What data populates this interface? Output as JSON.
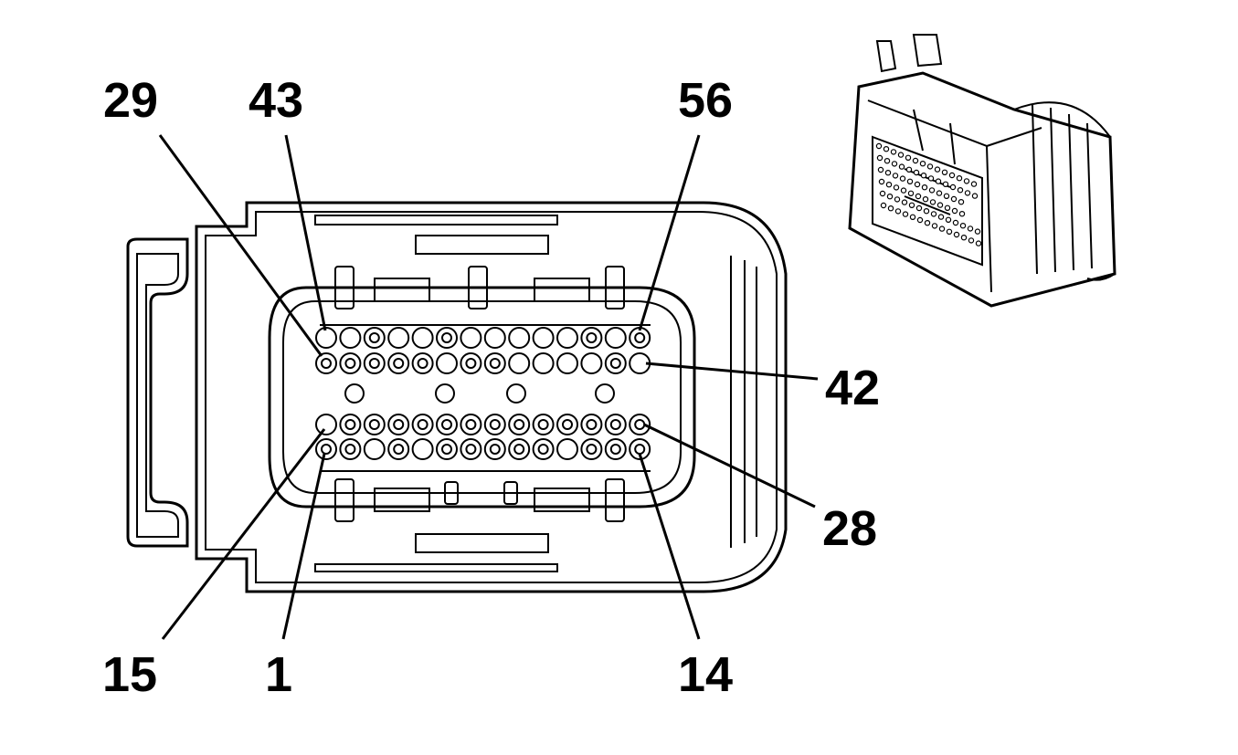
{
  "diagram": {
    "pin_labels": {
      "p29": "29",
      "p43": "43",
      "p56": "56",
      "p42": "42",
      "p28": "28",
      "p15": "15",
      "p1": "1",
      "p14": "14"
    },
    "cavity_rows": [
      {
        "row": "top-outer",
        "pins": "43-56",
        "count": 14
      },
      {
        "row": "top-inner",
        "pins": "29-42",
        "count": 14
      },
      {
        "row": "bottom-inner",
        "pins": "15-28",
        "count": 14
      },
      {
        "row": "bottom-outer",
        "pins": "1-14",
        "count": 14
      }
    ],
    "colors": {
      "line": "#000000",
      "background": "#ffffff"
    }
  }
}
